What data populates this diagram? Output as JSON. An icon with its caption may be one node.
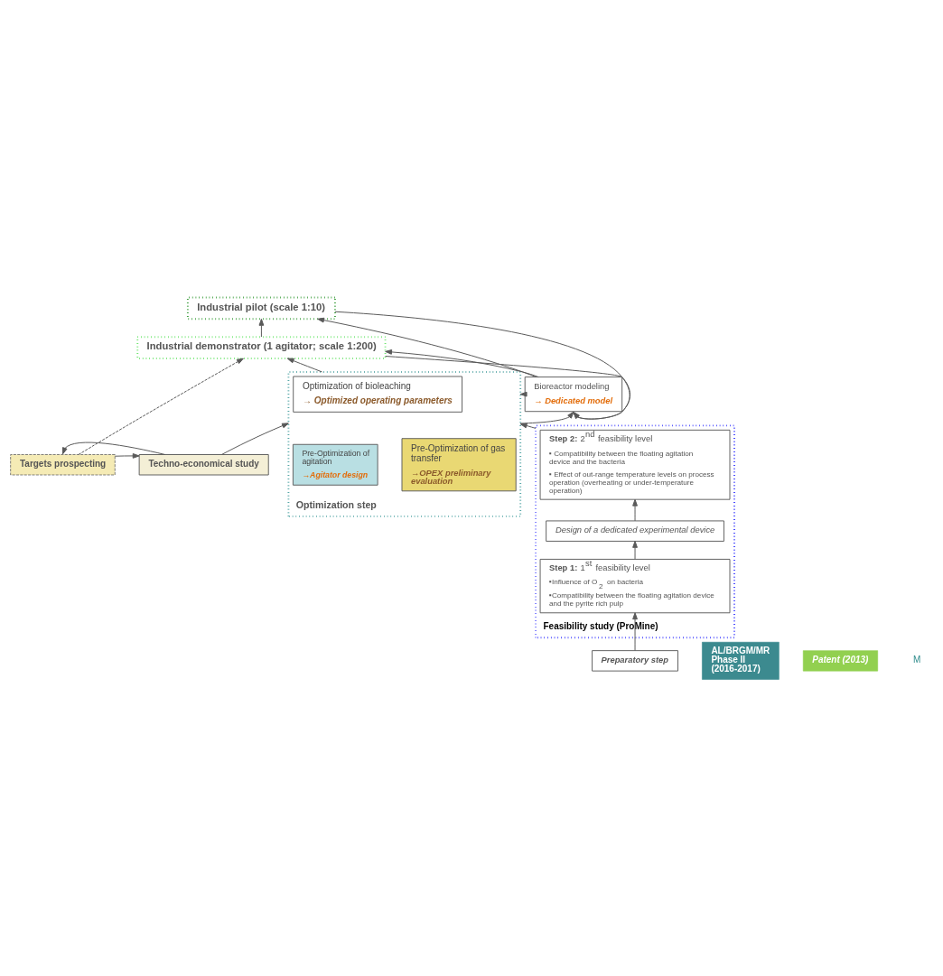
{
  "diagram": {
    "nodes": [
      {
        "text": [
          "Industrial pilot (scale 1:10)"
        ]
      },
      {
        "text": [
          "Industrial demonstrator (1 agitator; scale 1:200)"
        ]
      },
      {
        "text": [
          "Bioreactor modeling",
          "→ Dedicated model"
        ]
      },
      {
        "text": [
          "Targets prospecting"
        ]
      },
      {
        "text": [
          "Techno-economical study"
        ]
      },
      {
        "text": [
          "Optimization step"
        ]
      },
      {
        "text": [
          "Optimization of bioleaching",
          "→ Optimized operating parameters"
        ],
        "in": 5
      },
      {
        "text": [
          "Pre-Optimization of gas transfer",
          "→OPEX preliminary evaluation"
        ],
        "in": 5
      },
      {
        "text": [
          "Pre-Optimization of agitation",
          "→Agitator design"
        ],
        "in": 5
      },
      {
        "text": [
          "AL/BRGM/MR Phase II (2016-2017)"
        ]
      },
      {
        "text": [
          "Patent (2013)"
        ]
      },
      {
        "text": [
          "Feasibility study (ProMine)"
        ]
      },
      {
        "text": [
          "**Step 2:** 2$^{nd}$ feasibility level",
          "▪ Compatibility between the floating agitation device and the bacteria",
          "▪ Effect of out-range temperature levels on process operation (overheating or under-temperature operation)"
        ],
        "in": 11
      },
      {
        "text": [
          "Design of a dedicated experimental device"
        ],
        "in": 11
      },
      {
        "text": [
          "**Step 1:** 1$^{st}$ feasibility level",
          "▪Influence of O$_{2}$ on bacteria",
          "▪Compatibility between the floating agitation device and the pyrite rich pulp"
        ],
        "in": 11
      },
      {
        "text": [
          "Preparatory step"
        ]
      }
    ],
    "edges": [
      {
        "from": 1,
        "to": 0,
        "arrow": "to"
      },
      {
        "from": 5,
        "to": 1,
        "arrow": "to"
      },
      {
        "from": 3,
        "to": 1,
        "arrow": "to",
        "style": "dashed"
      },
      {
        "from": 3,
        "to": 4,
        "arrow": "to"
      },
      {
        "from": 4,
        "to": 5,
        "arrow": "to"
      },
      {
        "from": 4,
        "to": 3,
        "arrow": "to"
      },
      {
        "from": 2,
        "to": 0,
        "arrow": "to"
      },
      {
        "from": 0,
        "to": 2,
        "arrow": "to"
      },
      {
        "from": 2,
        "to": 1,
        "arrow": "to"
      },
      {
        "from": 1,
        "to": 2,
        "arrow": "to"
      },
      {
        "from": 2,
        "to": 5,
        "arrow": "to"
      },
      {
        "from": 5,
        "to": 2,
        "arrow": "to"
      },
      {
        "from": 11,
        "to": 5,
        "arrow": "to"
      },
      {
        "from": 15,
        "to": 14,
        "arrow": "to"
      },
      {
        "from": 14,
        "to": 13,
        "arrow": "to"
      },
      {
        "from": 13,
        "to": 12,
        "arrow": "to"
      }
    ],
    "labels": [
      "M"
    ]
  }
}
